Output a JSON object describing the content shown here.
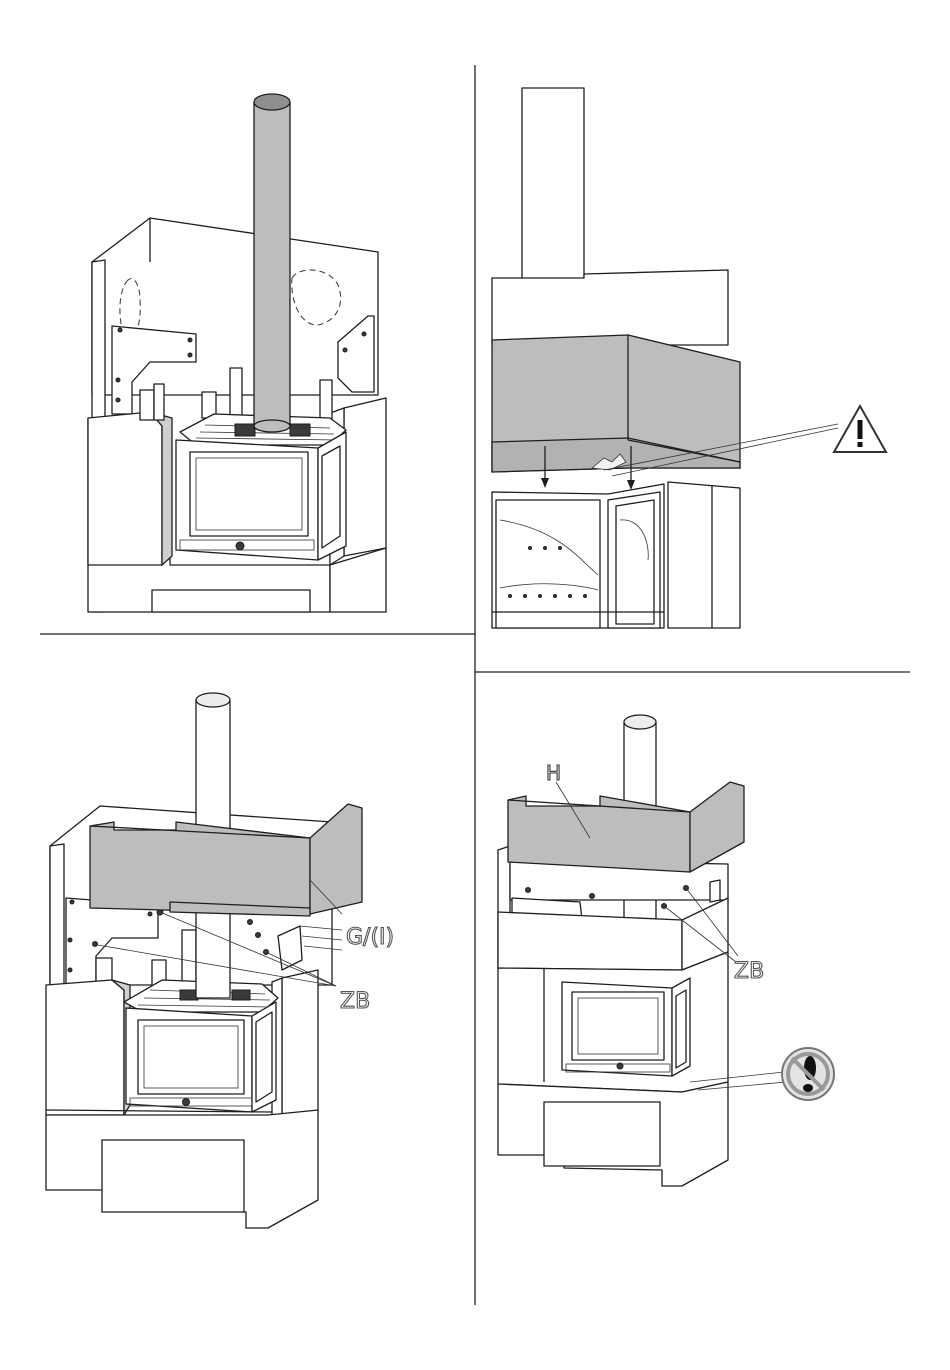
{
  "labels": {
    "panel_g": "G/(I)",
    "panel_h": "H",
    "screw_a": "ZB",
    "screw_b": "ZB"
  },
  "icons": {
    "warning": "warning-triangle-icon",
    "no_step": "no-stepping-icon"
  }
}
